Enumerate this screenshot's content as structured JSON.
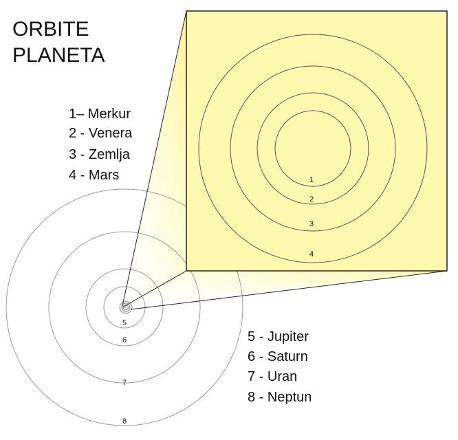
{
  "title": [
    "ORBITE",
    "PLANETA"
  ],
  "inner_legend": [
    "1– Merkur",
    "2 - Venera",
    "3 - Zemlja",
    "4 - Mars"
  ],
  "outer_legend": [
    "5 - Jupiter",
    "6 - Saturn",
    "7 - Uran",
    "8 - Neptun"
  ],
  "inner_orbit_labels": [
    "1",
    "2",
    "3",
    "4"
  ],
  "outer_orbit_labels": [
    "5",
    "6",
    "7",
    "8"
  ],
  "colors": {
    "zoom_box_fill": "#fff9b0",
    "zoom_box_stroke": "#222222",
    "orbit_stroke": "#555555",
    "outer_orbit_stroke": "#9a9a9a",
    "beam": "#fff27a"
  }
}
